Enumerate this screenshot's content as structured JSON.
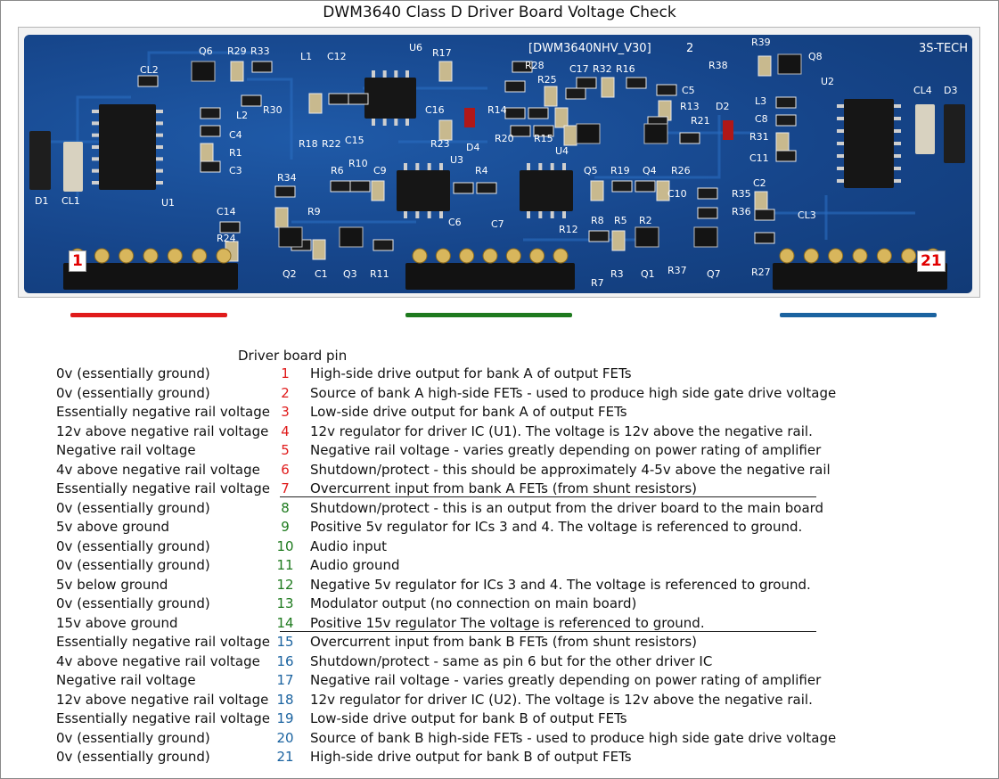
{
  "title": "DWM3640 Class D Driver Board Voltage Check",
  "column_header": "Driver board pin",
  "colors": {
    "group1": "#e01b1b",
    "group2": "#1e7a1e",
    "group3": "#1b63a0"
  },
  "board": {
    "model_label": "[DWM3640NHV_V30]",
    "rohs_label": "2",
    "brand_label": "3S-TECH",
    "pin_left": "1",
    "pin_right": "21",
    "silkscreen": {
      "Q6": "Q6",
      "R29": "R29",
      "R33": "R33",
      "CL2": "CL2",
      "L2": "L2",
      "C4": "C4",
      "R1": "R1",
      "C3": "C3",
      "U1": "U1",
      "D1": "D1",
      "CL1": "CL1",
      "L1": "L1",
      "C12": "C12",
      "U6": "U6",
      "R17": "R17",
      "R30": "R30",
      "R18": "R18",
      "R22": "R22",
      "C15": "C15",
      "C16": "C16",
      "R23": "R23",
      "D4": "D4",
      "R28": "R28",
      "R25": "R25",
      "R14": "R14",
      "R20": "R20",
      "R15": "R15",
      "C17": "C17",
      "R32": "R32",
      "R16": "R16",
      "C5": "C5",
      "R13": "R13",
      "R21": "R21",
      "D2": "D2",
      "R38": "R38",
      "R39": "R39",
      "Q8": "Q8",
      "U2": "U2",
      "L3": "L3",
      "C8": "C8",
      "R31": "R31",
      "C11": "C11",
      "CL4": "CL4",
      "D3": "D3",
      "R34": "R34",
      "R9": "R9",
      "R6": "R6",
      "R10": "R10",
      "C9": "C9",
      "U3": "U3",
      "R4": "R4",
      "U4": "U4",
      "Q5": "Q5",
      "R19": "R19",
      "Q4": "Q4",
      "R26": "R26",
      "C2": "C2",
      "R35": "R35",
      "R36": "R36",
      "C10": "C10",
      "CL3": "CL3",
      "C14": "C14",
      "C6": "C6",
      "C7": "C7",
      "R8": "R8",
      "R5": "R5",
      "R2": "R2",
      "R24": "R24",
      "R12": "R12",
      "Q2": "Q2",
      "C1": "C1",
      "Q3": "Q3",
      "R11": "R11",
      "R3": "R3",
      "Q1": "Q1",
      "R37": "R37",
      "Q7": "Q7",
      "R27": "R27",
      "R7": "R7"
    }
  },
  "pins": [
    {
      "voltage": "0v (essentially ground)",
      "pin": "1",
      "group": "group1",
      "desc": "High-side drive output for bank A of output FETs"
    },
    {
      "voltage": "0v (essentially ground)",
      "pin": "2",
      "group": "group1",
      "desc": "Source of bank A high-side FETs - used to produce high side gate drive voltage"
    },
    {
      "voltage": "Essentially negative rail voltage",
      "pin": "3",
      "group": "group1",
      "desc": "Low-side drive output for bank A of output FETs"
    },
    {
      "voltage": "12v above negative rail voltage",
      "pin": "4",
      "group": "group1",
      "desc": "12v regulator for driver IC (U1). The voltage is 12v above the negative rail."
    },
    {
      "voltage": "Negative rail voltage",
      "pin": "5",
      "group": "group1",
      "desc": "Negative rail voltage - varies greatly depending on power rating of amplifier"
    },
    {
      "voltage": "4v above negative rail voltage",
      "pin": "6",
      "group": "group1",
      "desc": "Shutdown/protect - this should be approximately 4-5v above the negative rail"
    },
    {
      "voltage": "Essentially negative rail voltage",
      "pin": "7",
      "group": "group1",
      "desc": "Overcurrent input from bank A FETs (from shunt resistors)"
    },
    {
      "voltage": "0v (essentially ground)",
      "pin": "8",
      "group": "group2",
      "desc": "Shutdown/protect - this is an output from the driver board to the main board"
    },
    {
      "voltage": "5v above ground",
      "pin": "9",
      "group": "group2",
      "desc": "Positive 5v regulator for ICs 3 and 4. The voltage is referenced to ground."
    },
    {
      "voltage": "0v (essentially ground)",
      "pin": "10",
      "group": "group2",
      "desc": "Audio input"
    },
    {
      "voltage": "0v (essentially ground)",
      "pin": "11",
      "group": "group2",
      "desc": "Audio ground"
    },
    {
      "voltage": "5v below ground",
      "pin": "12",
      "group": "group2",
      "desc": "Negative 5v regulator for ICs 3 and 4. The voltage is referenced to ground."
    },
    {
      "voltage": "0v (essentially ground)",
      "pin": "13",
      "group": "group2",
      "desc": "Modulator output (no connection on main board)"
    },
    {
      "voltage": "15v above ground",
      "pin": "14",
      "group": "group2",
      "desc": "Positive 15v regulator The voltage is referenced to ground."
    },
    {
      "voltage": "Essentially negative rail voltage",
      "pin": "15",
      "group": "group3",
      "desc": "Overcurrent input from bank B FETs (from shunt resistors)"
    },
    {
      "voltage": "4v above negative rail voltage",
      "pin": "16",
      "group": "group3",
      "desc": "Shutdown/protect - same as pin 6 but for the other driver IC"
    },
    {
      "voltage": "Negative rail voltage",
      "pin": "17",
      "group": "group3",
      "desc": "Negative rail voltage - varies greatly depending on power rating of amplifier"
    },
    {
      "voltage": "12v above negative rail voltage",
      "pin": "18",
      "group": "group3",
      "desc": "12v regulator for driver IC (U2). The voltage is 12v above the negative rail."
    },
    {
      "voltage": "Essentially negative rail voltage",
      "pin": "19",
      "group": "group3",
      "desc": "Low-side drive output for bank B of output FETs"
    },
    {
      "voltage": "0v (essentially ground)",
      "pin": "20",
      "group": "group3",
      "desc": "Source of bank B high-side FETs - used to produce high side gate drive voltage"
    },
    {
      "voltage": "0v (essentially ground)",
      "pin": "21",
      "group": "group3",
      "desc": "High-side drive output for bank B of output FETs"
    }
  ]
}
